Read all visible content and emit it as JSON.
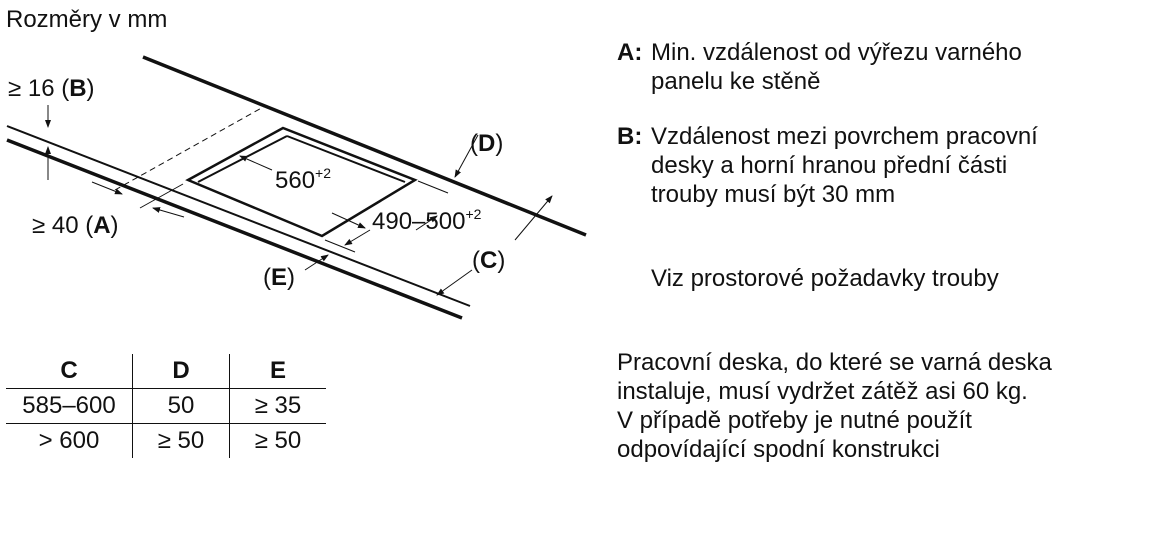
{
  "title": "Rozměry v mm",
  "diagram": {
    "b_label": "≥ 16 (",
    "b_letter": "B",
    "a_label": "≥ 40 (",
    "a_letter": "A",
    "depth": "560",
    "depth_tol": "+2",
    "width": "490–500",
    "width_tol": "+2",
    "d_letter": "D",
    "c_letter": "C",
    "e_letter": "E"
  },
  "table": {
    "headers": [
      "C",
      "D",
      "E"
    ],
    "rows": [
      [
        "585–600",
        "50",
        "≥ 35"
      ],
      [
        "> 600",
        "≥ 50",
        "≥ 50"
      ]
    ]
  },
  "notes": {
    "a_key": "A:",
    "a_text_1": "Min. vzdálenost od výřezu varného",
    "a_text_2": "panelu ke stěně",
    "b_key": "B:",
    "b_text_1": "Vzdálenost mezi povrchem pracovní",
    "b_text_2": "desky a horní hranou přední části",
    "b_text_3": "trouby musí být 30 mm",
    "oven": "Viz prostorové požadavky trouby",
    "load_1": "Pracovní deska, do které se varná deska",
    "load_2": "instaluje, musí vydržet zátěž asi 60 kg.",
    "load_3": "V případě potřeby je nutné použít",
    "load_4": "odpovídající spodní konstrukci"
  }
}
